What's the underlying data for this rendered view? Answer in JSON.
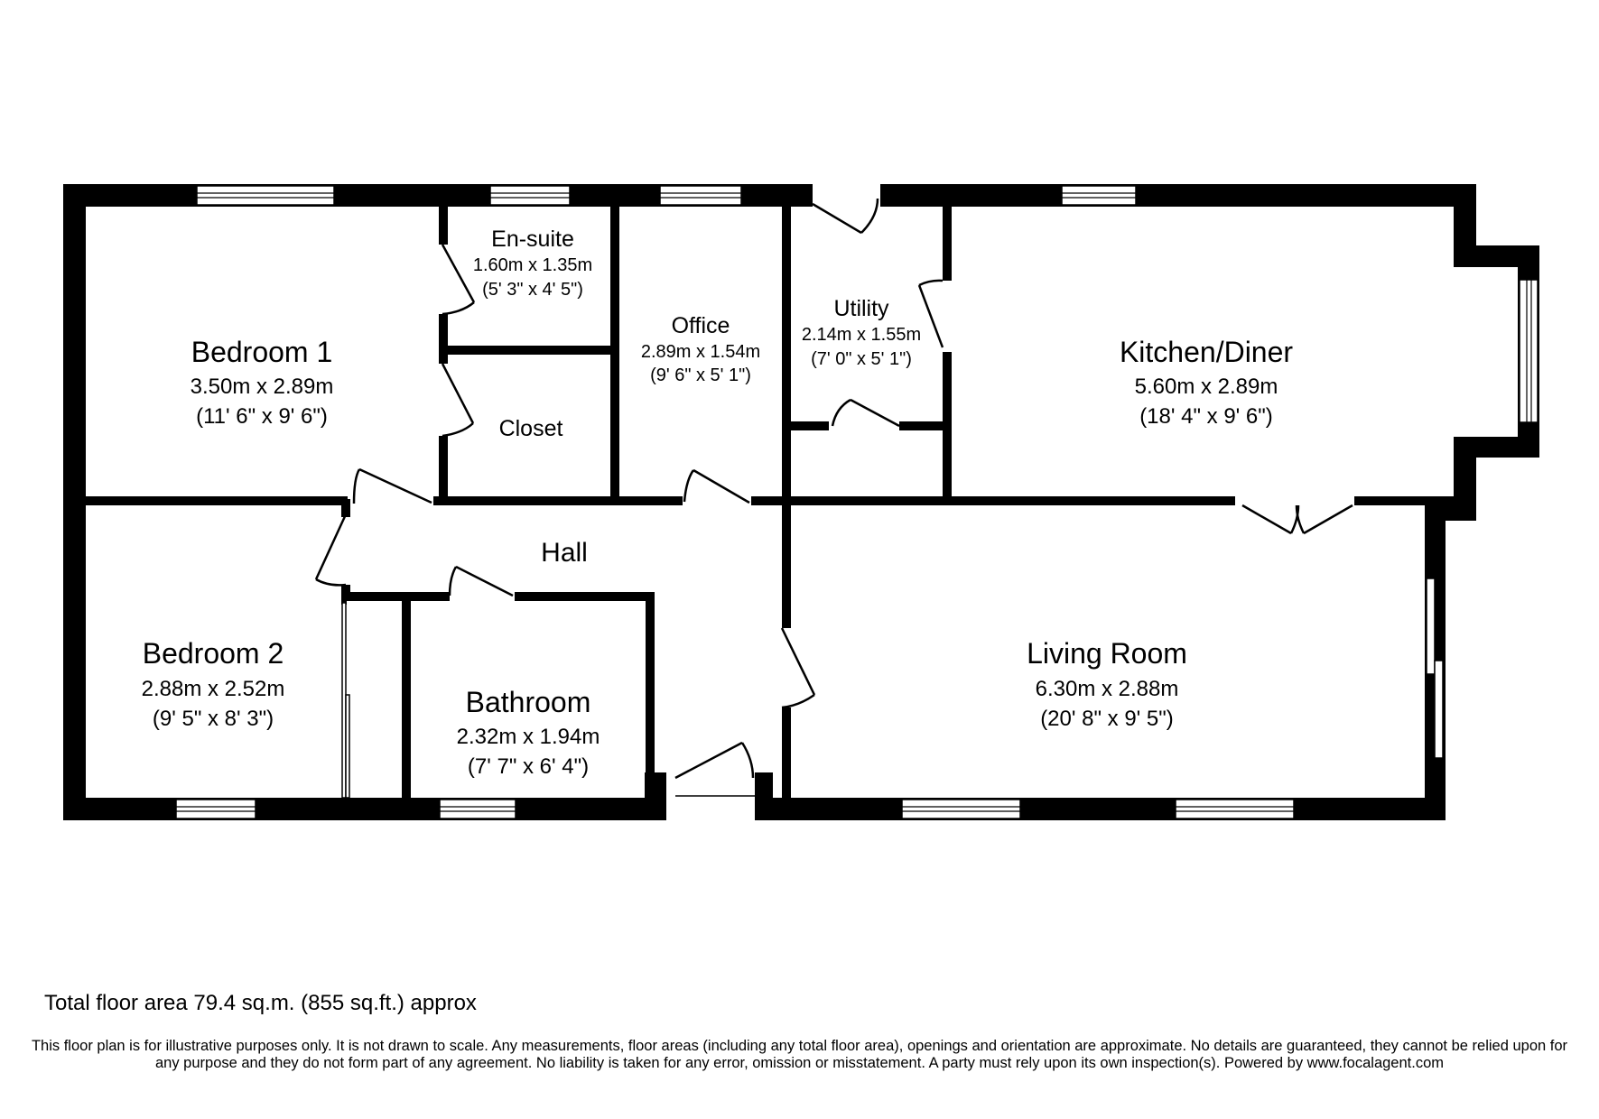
{
  "rooms": {
    "bedroom1": {
      "name": "Bedroom 1",
      "metric": "3.50m x 2.89m",
      "imperial": "(11' 6\" x 9' 6\")"
    },
    "ensuite": {
      "name": "En-suite",
      "metric": "1.60m x 1.35m",
      "imperial": "(5' 3\" x 4' 5\")"
    },
    "closet": {
      "name": "Closet"
    },
    "office": {
      "name": "Office",
      "metric": "2.89m x 1.54m",
      "imperial": "(9' 6\" x 5' 1\")"
    },
    "utility": {
      "name": "Utility",
      "metric": "2.14m x 1.55m",
      "imperial": "(7' 0\" x 5' 1\")"
    },
    "kitchen": {
      "name": "Kitchen/Diner",
      "metric": "5.60m x 2.89m",
      "imperial": "(18' 4\" x 9' 6\")"
    },
    "hall": {
      "name": "Hall"
    },
    "bedroom2": {
      "name": "Bedroom 2",
      "metric": "2.88m x 2.52m",
      "imperial": "(9' 5\" x 8' 3\")"
    },
    "bathroom": {
      "name": "Bathroom",
      "metric": "2.32m x 1.94m",
      "imperial": "(7' 7\" x 6' 4\")"
    },
    "living": {
      "name": "Living Room",
      "metric": "6.30m x 2.88m",
      "imperial": "(20' 8\" x 9' 5\")"
    }
  },
  "footer": {
    "total_area": "Total floor area 79.4 sq.m. (855 sq.ft.) approx",
    "disclaimer": "This floor plan is for illustrative purposes only. It is not drawn to scale. Any measurements, floor areas (including any total floor area), openings and orientation are approximate. No details are guaranteed, they cannot be relied upon for any purpose and they do not form part of any agreement. No liability is taken for any error, omission or misstatement. A party must rely upon its own inspection(s).  Powered by www.focalagent.com"
  }
}
